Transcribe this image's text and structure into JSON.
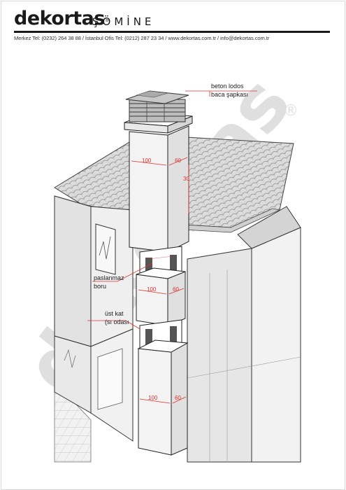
{
  "header": {
    "brand": "dekortas",
    "brand_mark": "®",
    "brand_sub": "ŞÖMİNE",
    "contact": "Merkez Tel: (0232) 264 38 88  /   İstanbul Ofis Tel: (0212) 287 23 34  / www.dekortas.com.tr / info@dekortas.com.tr"
  },
  "labels": {
    "cap_line1": "beton lodos",
    "cap_line2": "baca şapkası",
    "pipe_line1": "paslanmaz",
    "pipe_line2": "boru",
    "floor_line1": "üst kat",
    "floor_line2": "(sı odası"
  },
  "dimensions": {
    "top_width": "100",
    "top_depth": "60",
    "top_side": "30",
    "mid_width": "100",
    "mid_depth": "60",
    "low_width": "100",
    "low_depth": "60"
  },
  "watermark": {
    "text": "dekortas",
    "mark": "®"
  },
  "colors": {
    "accent": "#e0312b",
    "ink": "#1a1a1a",
    "wall": "#ececec",
    "roof": "#d9d9d9"
  }
}
